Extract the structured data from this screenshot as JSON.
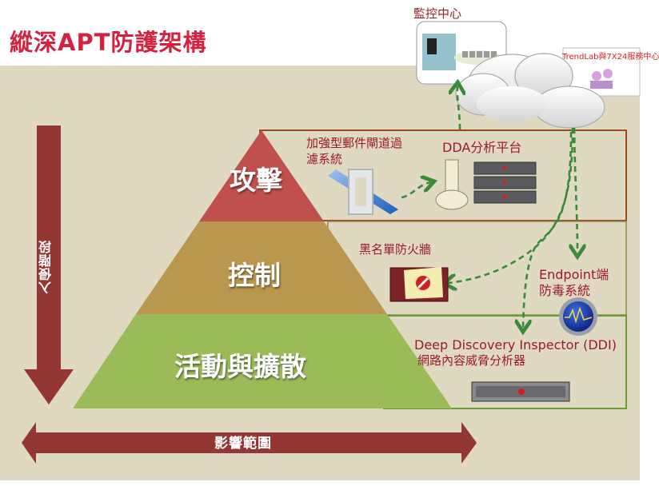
{
  "title": "縱深APT防護架構",
  "axes": {
    "vertical_label": "入侵階段",
    "horizontal_label": "影響範圍"
  },
  "pyramid": {
    "tiers": [
      {
        "label": "攻擊",
        "color": "#c0504d"
      },
      {
        "label": "控制",
        "color": "#b9974f"
      },
      {
        "label": "活動與擴散",
        "color": "#9bbb59"
      }
    ]
  },
  "cloud": {
    "monitor_center": "監控中心",
    "trendlab": "TrendLab與7X24服務中心"
  },
  "components": {
    "mail_gateway": {
      "line1": "加強型郵件閘道過",
      "line2": "濾系統"
    },
    "dda": "DDA分析平台",
    "blacklist_firewall": "黑名單防火牆",
    "endpoint": {
      "line1": "Endpoint端",
      "line2": "防毒系統"
    },
    "ddi": {
      "line1": "Deep Discovery Inspector (DDI)",
      "line2": "網路內容威脅分析器"
    }
  },
  "colors": {
    "title": "#d4213d",
    "label": "#9b1b2a",
    "arrow": "#943634",
    "flow": "#3a8a3a",
    "background": "#dfd9c2"
  }
}
